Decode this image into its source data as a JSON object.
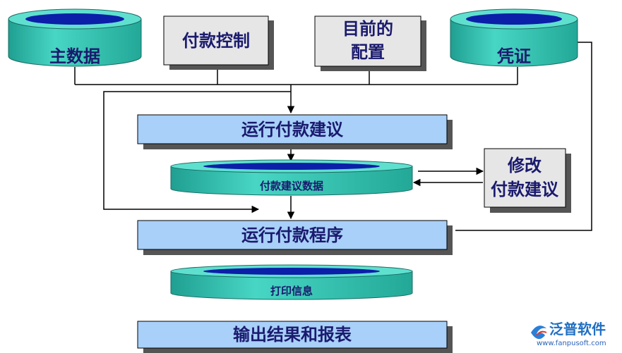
{
  "nodes": {
    "master_data": "主数据",
    "payment_control": "付款控制",
    "current_config_line1": "目前的",
    "current_config_line2": "配置",
    "voucher": "凭证",
    "run_payment_proposal": "运行付款建议",
    "payment_proposal_data": "付款建议数据",
    "modify_line1": "修改",
    "modify_line2": "付款建议",
    "run_payment_program": "运行付款程序",
    "print_info": "打印信息",
    "output_results": "输出结果和报表"
  },
  "logo": {
    "name": "泛普软件",
    "url": "www.fanpusoft.com"
  },
  "colors": {
    "process_box": "#a8d0f8",
    "gray_box": "#e6e6e6",
    "cylinder": "#36c6b6",
    "cylinder_top": "#0b1fa8",
    "text": "#1a1a6e"
  }
}
